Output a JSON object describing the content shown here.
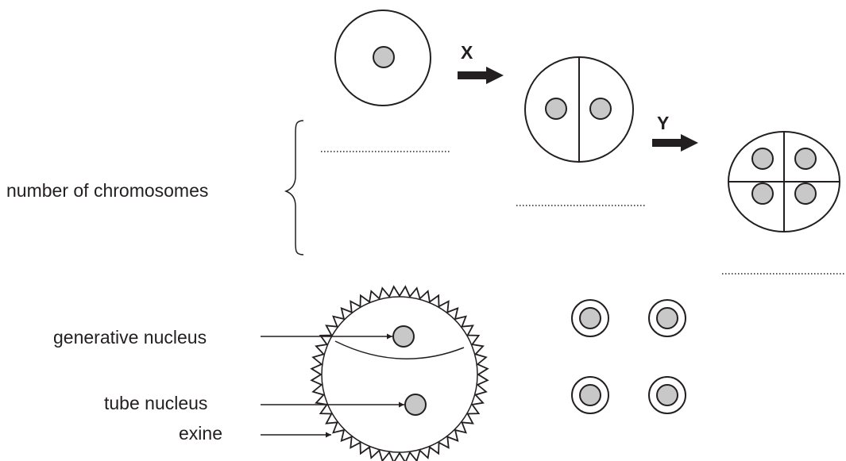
{
  "steps": {
    "x": "X",
    "y": "Y"
  },
  "brace_label": "number of chromosomes",
  "pollen_labels": {
    "generative_nucleus": "generative nucleus",
    "tube_nucleus": "tube nucleus",
    "exine": "exine"
  },
  "colors": {
    "nucleus_fill": "#c8c8c8",
    "line": "#231f20"
  }
}
